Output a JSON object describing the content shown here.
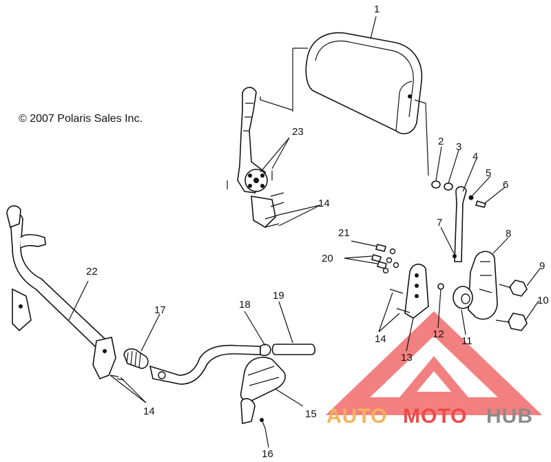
{
  "copyright": "© 2007 Polaris Sales Inc.",
  "watermark": {
    "auto": "AUTO",
    "moto": "MOTO",
    "hub": "HUB",
    "color_orange": "#f5b25a",
    "color_red": "#f04848",
    "color_gray": "#8c8c8c"
  },
  "callouts": {
    "c1": "1",
    "c2": "2",
    "c3": "3",
    "c4": "4",
    "c5": "5",
    "c6": "6",
    "c7": "7",
    "c8": "8",
    "c9": "9",
    "c10": "10",
    "c11": "11",
    "c12": "12",
    "c13": "13",
    "c14a": "14",
    "c14b": "14",
    "c14c": "14",
    "c15": "15",
    "c16": "16",
    "c17": "17",
    "c18": "18",
    "c19": "19",
    "c20": "20",
    "c21": "21",
    "c22": "22",
    "c23": "23"
  }
}
